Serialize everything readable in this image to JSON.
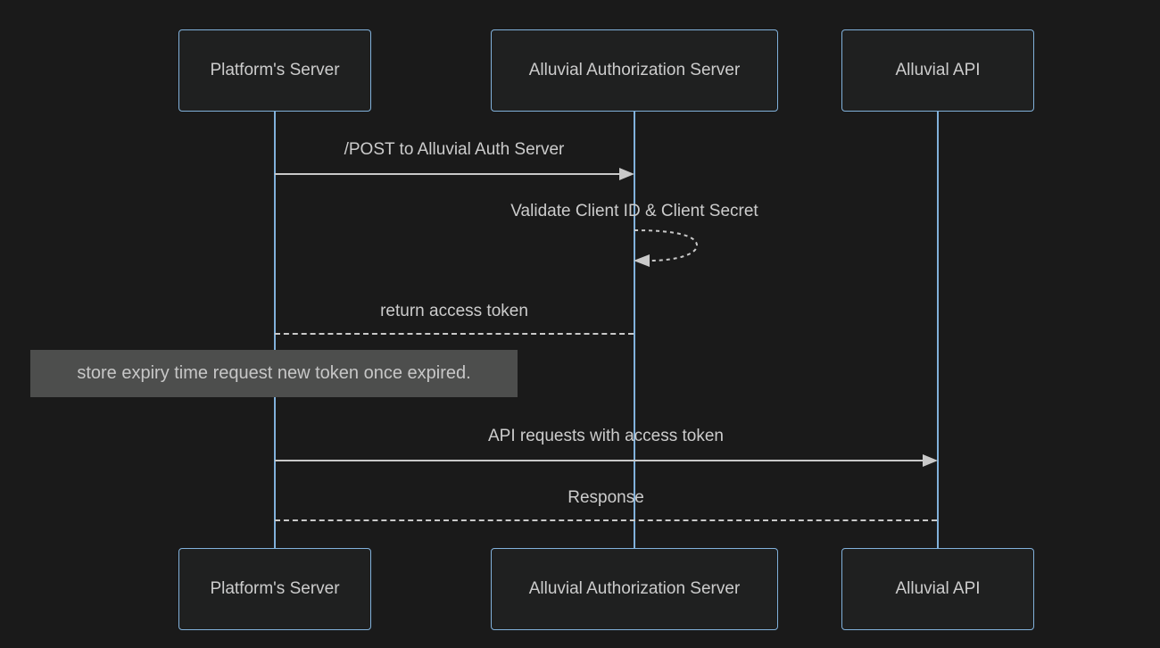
{
  "diagram": {
    "type": "sequence-diagram",
    "participants": [
      {
        "id": "platform",
        "label": "Platform's Server"
      },
      {
        "id": "auth",
        "label": "Alluvial Authorization Server"
      },
      {
        "id": "api",
        "label": "Alluvial API"
      }
    ],
    "messages": [
      {
        "from": "platform",
        "to": "auth",
        "label": "/POST to Alluvial Auth Server",
        "line": "solid",
        "arrowhead": true
      },
      {
        "from": "auth",
        "to": "auth",
        "label": "Validate Client ID & Client Secret",
        "line": "dashed-self-loop",
        "arrowhead": true
      },
      {
        "from": "auth",
        "to": "platform",
        "label": "return access token",
        "line": "dashed",
        "arrowhead": false
      },
      {
        "from": "platform",
        "to": "api",
        "label": "API requests with access token",
        "line": "solid",
        "arrowhead": true
      },
      {
        "from": "api",
        "to": "platform",
        "label": "Response",
        "line": "dashed",
        "arrowhead": false
      }
    ],
    "note": {
      "text": "store expiry time request new token once expired.",
      "position": "left of platform"
    },
    "colors": {
      "background": "#1a1a1a",
      "actor_fill": "#1f2020",
      "actor_border": "#81b1db",
      "lifeline": "#81b1db",
      "signal": "#c9c9c9",
      "text": "#cccccc",
      "note_fill": "#4d4e4d",
      "note_text": "#c7c7c7"
    }
  }
}
